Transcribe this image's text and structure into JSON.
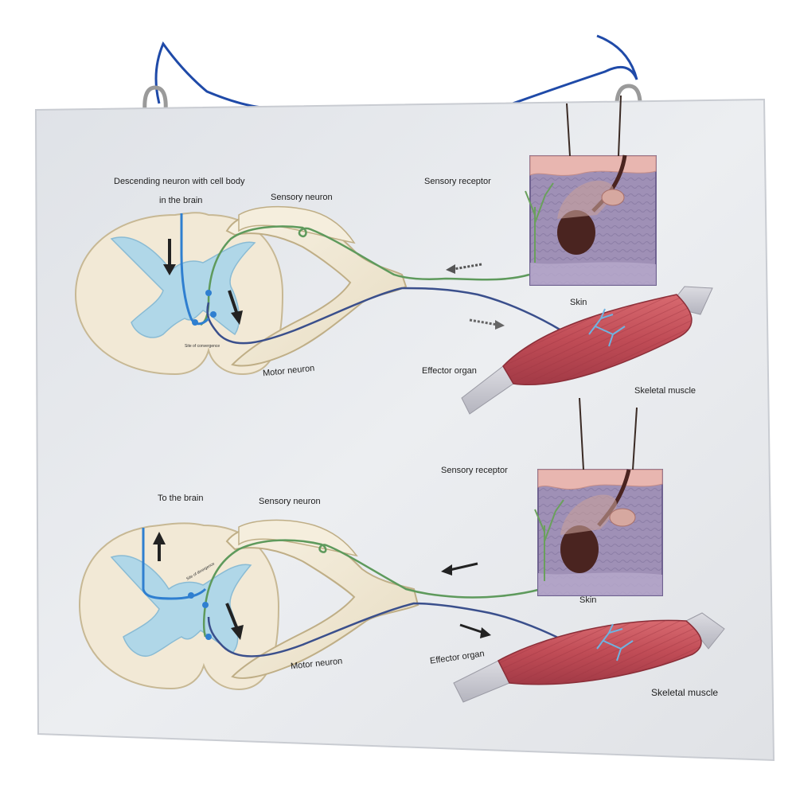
{
  "board": {
    "top_panel": {
      "descending_neuron_label_line1": "Descending neuron with cell body",
      "descending_neuron_label_line2": "in the brain",
      "sensory_neuron_label": "Sensory neuron",
      "sensory_receptor_label": "Sensory receptor",
      "skin_label": "Skin",
      "site_label": "Site of convergence",
      "motor_neuron_label": "Motor neuron",
      "effector_label": "Effector organ",
      "muscle_label": "Skeletal muscle"
    },
    "bottom_panel": {
      "to_brain_label": "To the brain",
      "sensory_neuron_label": "Sensory neuron",
      "sensory_receptor_label": "Sensory receptor",
      "skin_label": "Skin",
      "site_label": "Site of divergence",
      "motor_neuron_label": "Motor neuron",
      "effector_label": "Effector organ",
      "muscle_label": "Skeletal muscle"
    }
  },
  "colors": {
    "board": "#e6e8ec",
    "cord": "#f2e9d6",
    "grey_matter": "#a9d6ea",
    "skin_top": "#e8b6b0",
    "skin_body": "#9f90b6",
    "hair": "#4a2420",
    "muscle": "#c0505a",
    "tendon": "#c8c8d0",
    "sensory_nerve": "#5e9a5c",
    "motor_nerve": "#3a4f8c",
    "descending_nerve": "#2f7fd0",
    "rope": "#1f4aa8"
  }
}
